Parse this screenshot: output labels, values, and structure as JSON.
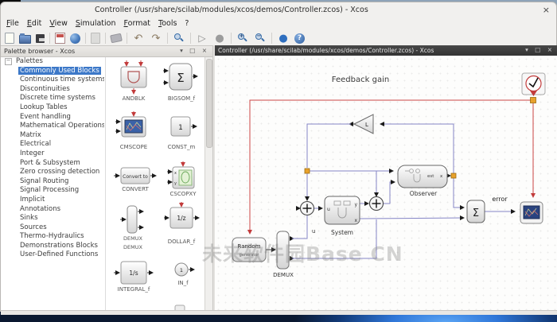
{
  "window": {
    "title": "Controller (/usr/share/scilab/modules/xcos/demos/Controller.zcos) - Xcos",
    "close_glyph": "×"
  },
  "menu": {
    "items": [
      {
        "label": "File"
      },
      {
        "label": "Edit"
      },
      {
        "label": "View"
      },
      {
        "label": "Simulation"
      },
      {
        "label": "Format"
      },
      {
        "label": "Tools"
      },
      {
        "label": "?"
      }
    ]
  },
  "toolbar": {
    "items": [
      {
        "type": "new",
        "name": "new-diagram-icon",
        "glyph": ""
      },
      {
        "type": "open",
        "name": "open-icon",
        "glyph": ""
      },
      {
        "type": "save",
        "name": "save-icon",
        "glyph": ""
      },
      {
        "type": "sep"
      },
      {
        "type": "export",
        "name": "export-image-icon",
        "glyph": ""
      },
      {
        "type": "globe",
        "name": "demos-icon",
        "glyph": ""
      },
      {
        "type": "sep"
      },
      {
        "type": "delete",
        "name": "delete-icon",
        "glyph": ""
      },
      {
        "type": "sep"
      },
      {
        "type": "eraser",
        "name": "eraser-icon",
        "glyph": ""
      },
      {
        "type": "sep"
      },
      {
        "type": "undo",
        "name": "undo-icon",
        "glyph": "↶"
      },
      {
        "type": "redo",
        "name": "redo-icon",
        "glyph": "↷"
      },
      {
        "type": "sep"
      },
      {
        "type": "fit lens",
        "name": "fit-to-view-icon",
        "glyph": ""
      },
      {
        "type": "sep"
      },
      {
        "type": "start",
        "name": "start-simulation-icon",
        "glyph": "▷"
      },
      {
        "type": "stop",
        "name": "stop-simulation-icon",
        "glyph": "●"
      },
      {
        "type": "sep"
      },
      {
        "type": "zoomin lens",
        "name": "zoom-in-icon",
        "glyph": "+"
      },
      {
        "type": "zoomout lens",
        "name": "zoom-out-icon",
        "glyph": "−"
      },
      {
        "type": "sep"
      },
      {
        "type": "details",
        "name": "details-icon",
        "glyph": "●"
      },
      {
        "type": "help",
        "name": "help-icon",
        "glyph": "?"
      }
    ]
  },
  "palette_panel": {
    "title": "Palette browser - Xcos",
    "window_buttons": "▾ □ ×"
  },
  "tree": {
    "root": "Palettes",
    "expander": "−",
    "items": [
      {
        "label": "Commonly Used Blocks",
        "selected": true
      },
      {
        "label": "Continuous time systems"
      },
      {
        "label": "Discontinuities"
      },
      {
        "label": "Discrete time systems"
      },
      {
        "label": "Lookup Tables"
      },
      {
        "label": "Event handling"
      },
      {
        "label": "Mathematical Operations"
      },
      {
        "label": "Matrix"
      },
      {
        "label": "Electrical"
      },
      {
        "label": "Integer"
      },
      {
        "label": "Port & Subsystem"
      },
      {
        "label": "Zero crossing detection"
      },
      {
        "label": "Signal Routing"
      },
      {
        "label": "Signal Processing"
      },
      {
        "label": "Implicit"
      },
      {
        "label": "Annotations"
      },
      {
        "label": "Sinks"
      },
      {
        "label": "Sources"
      },
      {
        "label": "Thermo-Hydraulics"
      },
      {
        "label": "Demonstrations Blocks"
      },
      {
        "label": "User-Defined Functions"
      }
    ]
  },
  "palette": {
    "blocks": {
      "andblk": {
        "label": "ANDBLK"
      },
      "bigsom": {
        "label": "BIGSOM_f",
        "glyph": "Σ"
      },
      "cmscope": {
        "label": "CMSCOPE"
      },
      "const": {
        "label": "CONST_m",
        "glyph": "1"
      },
      "convert": {
        "label": "CONVERT",
        "glyph": "Convert to"
      },
      "cscopxy": {
        "label": "CSCOPXY",
        "x": "x",
        "y": "y"
      },
      "demux": {
        "label": "DEMUX",
        "glyph": "DEMUX"
      },
      "dollar": {
        "label": "DOLLAR_f",
        "glyph": "1/z"
      },
      "integral": {
        "label": "INTEGRAL_f",
        "glyph": "1/s"
      },
      "inport": {
        "label": "IN_f",
        "glyph": "1"
      }
    }
  },
  "inner_window": {
    "title": "Controller (/usr/share/scilab/modules/xcos/demos/Controller.zcos) - Xcos",
    "window_buttons": "▾ □ ×"
  },
  "diagram": {
    "title": "Feedback gain",
    "random": "Random",
    "random_sub": "generator",
    "demux": "DEMUX",
    "u_label": "u",
    "system": "System",
    "sys_u": "u",
    "sys_y": "y",
    "sys_x": "x",
    "observer": "Observer",
    "obs_est": "est",
    "obs_x": "x",
    "gain": "L",
    "sum": "Σ",
    "error_label": "error"
  },
  "watermark": "未来软件园Base CN",
  "colors": {
    "event_link": "#cc4545",
    "signal_link": "#8585c6",
    "split_node": "#e8a22c",
    "selection_blue": "#3c78c8"
  }
}
